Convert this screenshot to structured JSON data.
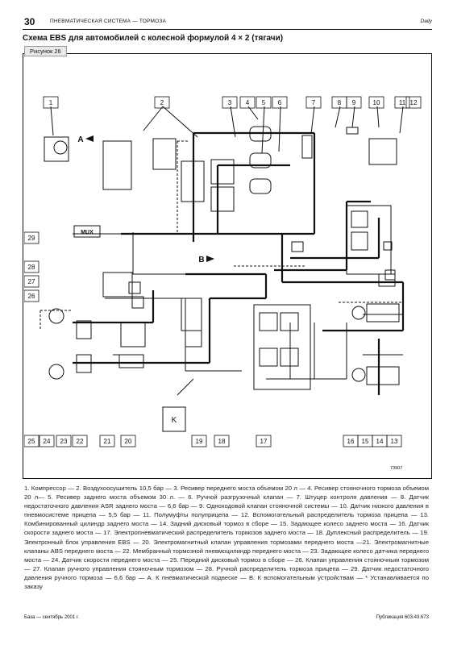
{
  "header": {
    "page_number": "30",
    "section": "ПНЕВМАТИЧЕСКАЯ СИСТЕМА — ТОРМОЗА",
    "brand": "Daily"
  },
  "title": "Схема EBS для автомобилей с колесной формулой 4 × 2 (тягачи)",
  "figure_label": "Рисунок 26",
  "diagram": {
    "top_callouts": [
      "1",
      "2",
      "3",
      "4",
      "5",
      "6",
      "7",
      "8",
      "9",
      "10",
      "11",
      "12"
    ],
    "bottom_callouts": [
      "25",
      "24",
      "23",
      "22",
      "21",
      "20",
      "19",
      "18",
      "17",
      "16",
      "15",
      "14",
      "13"
    ],
    "left_callouts": [
      "29",
      "28",
      "27",
      "26"
    ],
    "labels": {
      "a": "A",
      "b": "B",
      "mux": "MUX",
      "k": "K"
    },
    "drawing_code": "73907"
  },
  "legend": "1. Компрессор — 2. Воздухоосушитель 10,5 бар — 3. Ресивер переднего моста объемом 20 л — 4. Ресивер стояночного тормоза объемом 20 л— 5. Ресивер заднего моста объемом 30 л. — 6. Ручной разгрузочный клапан — 7. Штуцер контроля давления — 8. Датчик недостаточного давления ASR заднего моста — 6,6 бар — 9. Одноходовой клапан стояночной системы — 10. Датчик низкого давления в пневмосистеме прицепа — 5,5 бар — 11. Полумуфты полуприцепа — 12. Вспомогательный распределитель тормоза прицепа — 13. Комбинированный цилиндр заднего моста — 14. Задний дисковый тормоз в сборе — 15. Задающее колесо заднего моста — 16. Датчик скорости заднего моста — 17. Электропневматический распределитель тормозов заднего моста — 18. Дуплексный распределитель — 19. Электронный блок управления EBS — 20. Электромагнитный клапан управления тормозами переднего моста —21. Электромагнитные клапаны ABS переднего моста — 22. Мембранный тормозной пневмоцилиндр переднего моста — 23. Задающее колесо датчика переднего моста — 24. Датчик скорости переднего моста — 25. Передний дисковый тормоз в сборе — 26. Клапан управления стояночным тормозом — 27. Клапан ручного управления стояночным тормозом — 28. Ручной распределитель тормоза прицепа — 29. Датчик недостаточного давления ручного тормоза — 6,6 бар — А. К пневматической подвеске — В. К вспомогательным устройствам — * Устанавливается по заказу",
  "footer": {
    "left": "База — сентябрь 2001 г.",
    "right": "Публикация 603.43.673"
  }
}
